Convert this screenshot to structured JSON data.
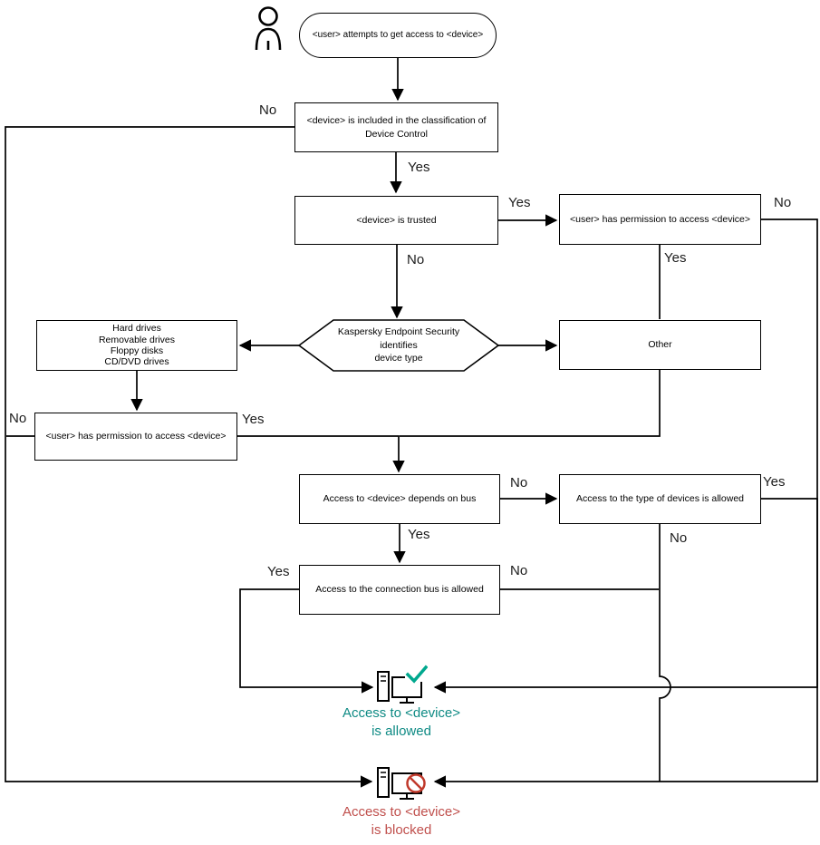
{
  "nodes": {
    "start": "<user> attempts to get access to <device>",
    "classification": "<device> is included in the classification of\nDevice Control",
    "trusted": "<device> is trusted",
    "permission_top": "<user> has permission to access <device>",
    "identify": "Kaspersky Endpoint Security identifies\ndevice type",
    "drive_types": "Hard drives\nRemovable drives\nFloppy disks\nCD/DVD drives",
    "other": "Other",
    "permission_left": "<user> has permission to access <device>",
    "depends_on_bus": "Access to <device> depends on bus",
    "type_allowed": "Access to the type of devices is allowed",
    "bus_allowed": "Access to the connection bus is allowed",
    "allowed": "Access to <device>\nis allowed",
    "blocked": "Access to <device>\nis blocked"
  },
  "edge_labels": {
    "classification_no": "No",
    "classification_yes": "Yes",
    "trusted_yes": "Yes",
    "trusted_no": "No",
    "permission_top_no": "No",
    "permission_top_yes": "Yes",
    "permission_left_no": "No",
    "permission_left_yes": "Yes",
    "depends_no": "No",
    "depends_yes": "Yes",
    "type_allowed_yes": "Yes",
    "type_allowed_no": "No",
    "bus_allowed_yes": "Yes",
    "bus_allowed_no": "No"
  },
  "edges": [
    {
      "from": "start",
      "to": "classification",
      "label": ""
    },
    {
      "from": "classification",
      "to": "blocked",
      "label": "No"
    },
    {
      "from": "classification",
      "to": "trusted",
      "label": "Yes"
    },
    {
      "from": "trusted",
      "to": "permission_top",
      "label": "Yes"
    },
    {
      "from": "trusted",
      "to": "identify",
      "label": "No"
    },
    {
      "from": "permission_top",
      "to": "blocked",
      "label": "No"
    },
    {
      "from": "permission_top",
      "to": "depends_on_bus",
      "label": "Yes"
    },
    {
      "from": "identify",
      "to": "drive_types",
      "label": ""
    },
    {
      "from": "identify",
      "to": "other",
      "label": ""
    },
    {
      "from": "drive_types",
      "to": "permission_left",
      "label": ""
    },
    {
      "from": "permission_left",
      "to": "blocked",
      "label": "No"
    },
    {
      "from": "permission_left",
      "to": "depends_on_bus",
      "label": "Yes"
    },
    {
      "from": "other",
      "to": "depends_on_bus",
      "label": ""
    },
    {
      "from": "depends_on_bus",
      "to": "type_allowed",
      "label": "No"
    },
    {
      "from": "depends_on_bus",
      "to": "bus_allowed",
      "label": "Yes"
    },
    {
      "from": "type_allowed",
      "to": "allowed",
      "label": "Yes"
    },
    {
      "from": "type_allowed",
      "to": "blocked",
      "label": "No"
    },
    {
      "from": "bus_allowed",
      "to": "allowed",
      "label": "Yes"
    },
    {
      "from": "bus_allowed",
      "to": "blocked",
      "label": "No"
    }
  ],
  "icons": {
    "user": "user-icon",
    "allowed_device": "device-allowed-icon",
    "blocked_device": "device-blocked-icon"
  },
  "colors": {
    "line": "#000000",
    "allowed_text": "#0E8A84",
    "blocked_text": "#C0504D",
    "check": "#00A88E",
    "prohibit": "#C0392B"
  }
}
